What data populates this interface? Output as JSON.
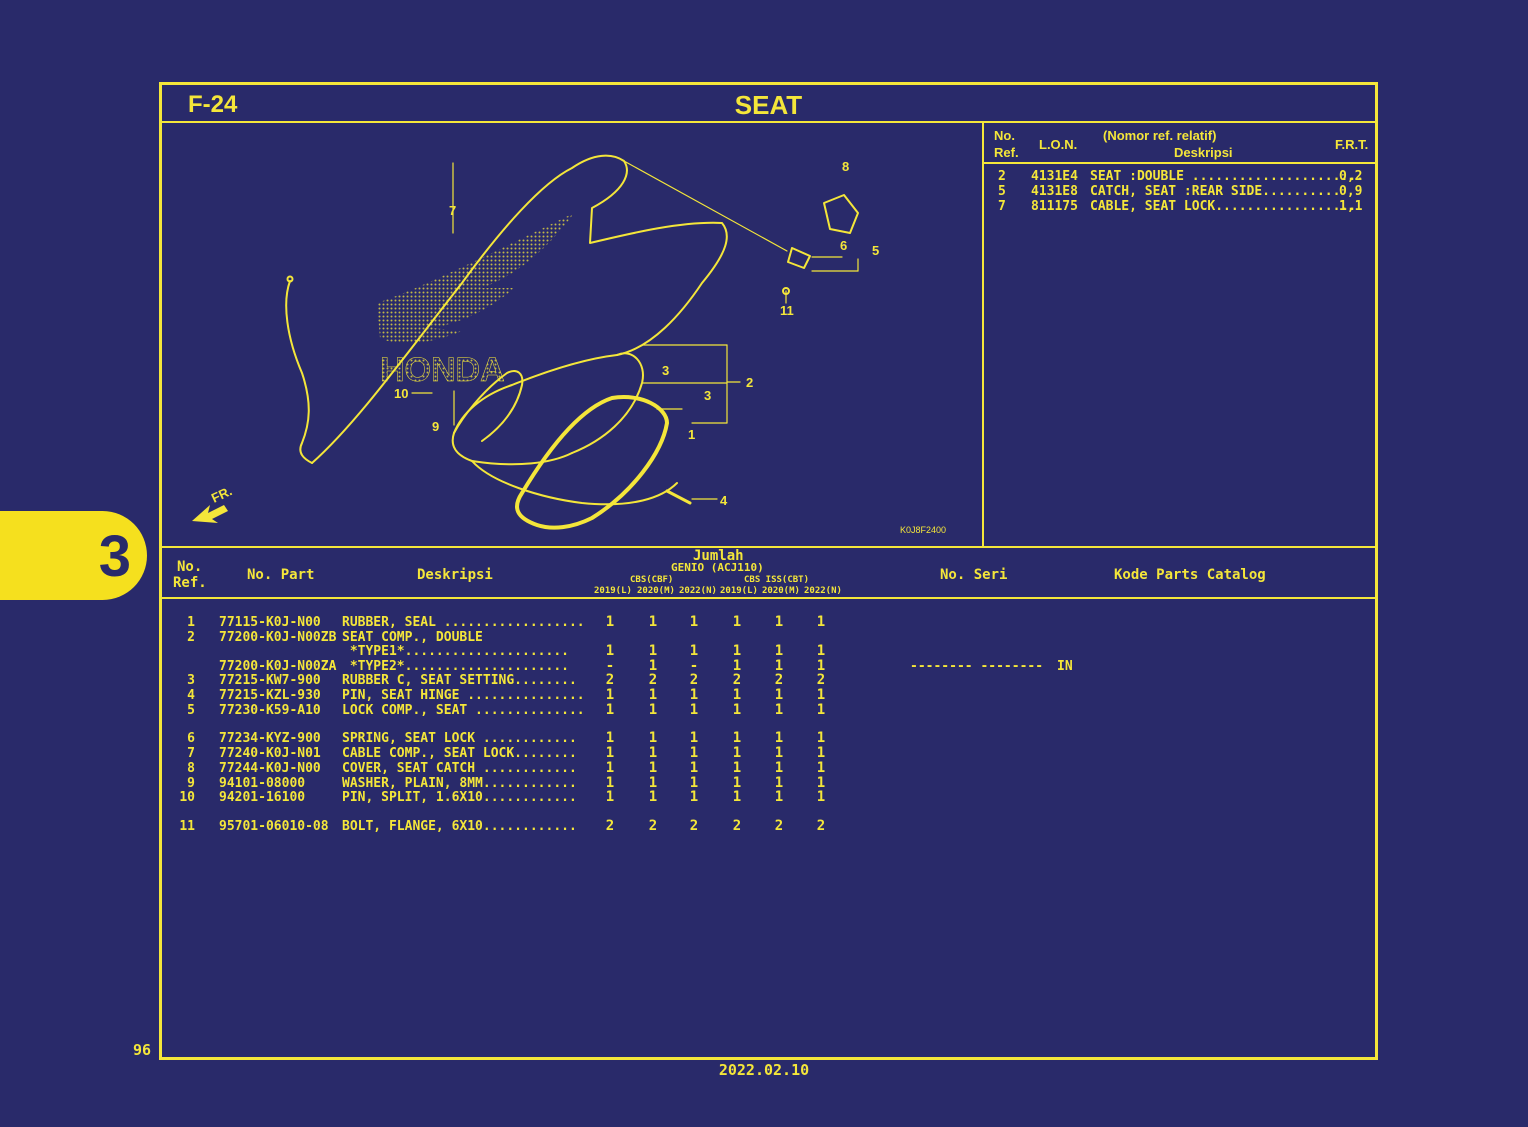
{
  "header": {
    "section_code": "F-24",
    "title": "SEAT"
  },
  "side_tab": {
    "number": "3"
  },
  "page_number": "96",
  "footer_date": "2022.02.10",
  "frt_table": {
    "head_no_ref_1": "No.",
    "head_no_ref_2": "Ref.",
    "head_lon": "L.O.N.",
    "head_nomor_ref": "(Nomor ref. relatif)",
    "head_deskripsi": "Deskripsi",
    "head_frt": "F.R.T.",
    "rows": [
      {
        "ref": "2",
        "lon": "4131E4",
        "desc": "SEAT :DOUBLE ......................",
        "frt": "0,2"
      },
      {
        "ref": "5",
        "lon": "4131E8",
        "desc": "CATCH, SEAT :REAR SIDE..........",
        "frt": "0,9"
      },
      {
        "ref": "7",
        "lon": "811175",
        "desc": "CABLE, SEAT LOCK..................",
        "frt": "1,1"
      }
    ]
  },
  "diagram": {
    "code": "K0J8F2400",
    "fr_label": "FR.",
    "brand_text": "HONDA",
    "callouts": [
      "1",
      "2",
      "3",
      "3",
      "4",
      "5",
      "6",
      "7",
      "8",
      "9",
      "10",
      "11"
    ]
  },
  "parts_header": {
    "no_ref_1": "No.",
    "no_ref_2": "Ref.",
    "no_part": "No. Part",
    "deskripsi": "Deskripsi",
    "jumlah": "Jumlah",
    "model": "GENIO (ACJ110)",
    "group_cbs": "CBS(CBF)",
    "group_cbs_iss": "CBS ISS(CBT)",
    "years": [
      "2019(L)",
      "2020(M)",
      "2022(N)",
      "2019(L)",
      "2020(M)",
      "2022(N)"
    ],
    "no_seri": "No. Seri",
    "kode_catalog": "Kode Parts Catalog"
  },
  "parts": [
    {
      "ref": "1",
      "part": "77115-K0J-N00",
      "desc": "RUBBER, SEAL ..................",
      "qty": [
        "1",
        "1",
        "1",
        "1",
        "1",
        "1"
      ]
    },
    {
      "ref": "2",
      "part": "77200-K0J-N00ZB",
      "desc": "SEAT COMP., DOUBLE",
      "qty": []
    },
    {
      "ref": "",
      "part": "",
      "desc": " *TYPE1*.....................",
      "qty": [
        "1",
        "1",
        "1",
        "1",
        "1",
        "1"
      ]
    },
    {
      "ref": "",
      "part": "77200-K0J-N00ZA",
      "desc": " *TYPE2*.....................",
      "qty": [
        "-",
        "1",
        "-",
        "1",
        "1",
        "1"
      ],
      "seri": "-------- --------",
      "kode": "IN"
    },
    {
      "ref": "3",
      "part": "77215-KW7-900",
      "desc": "RUBBER C, SEAT SETTING........",
      "qty": [
        "2",
        "2",
        "2",
        "2",
        "2",
        "2"
      ]
    },
    {
      "ref": "4",
      "part": "77215-KZL-930",
      "desc": "PIN, SEAT HINGE ...............",
      "qty": [
        "1",
        "1",
        "1",
        "1",
        "1",
        "1"
      ]
    },
    {
      "ref": "5",
      "part": "77230-K59-A10",
      "desc": "LOCK COMP., SEAT ..............",
      "qty": [
        "1",
        "1",
        "1",
        "1",
        "1",
        "1"
      ]
    },
    {
      "ref": "6",
      "part": "77234-KYZ-900",
      "desc": "SPRING, SEAT LOCK ............",
      "qty": [
        "1",
        "1",
        "1",
        "1",
        "1",
        "1"
      ]
    },
    {
      "ref": "7",
      "part": "77240-K0J-N01",
      "desc": "CABLE COMP., SEAT LOCK........",
      "qty": [
        "1",
        "1",
        "1",
        "1",
        "1",
        "1"
      ]
    },
    {
      "ref": "8",
      "part": "77244-K0J-N00",
      "desc": "COVER, SEAT CATCH ............",
      "qty": [
        "1",
        "1",
        "1",
        "1",
        "1",
        "1"
      ]
    },
    {
      "ref": "9",
      "part": "94101-08000",
      "desc": "WASHER, PLAIN, 8MM............",
      "qty": [
        "1",
        "1",
        "1",
        "1",
        "1",
        "1"
      ]
    },
    {
      "ref": "10",
      "part": "94201-16100",
      "desc": "PIN, SPLIT, 1.6X10............",
      "qty": [
        "1",
        "1",
        "1",
        "1",
        "1",
        "1"
      ]
    },
    {
      "ref": "11",
      "part": "95701-06010-08",
      "desc": "BOLT, FLANGE, 6X10............",
      "qty": [
        "2",
        "2",
        "2",
        "2",
        "2",
        "2"
      ]
    }
  ]
}
